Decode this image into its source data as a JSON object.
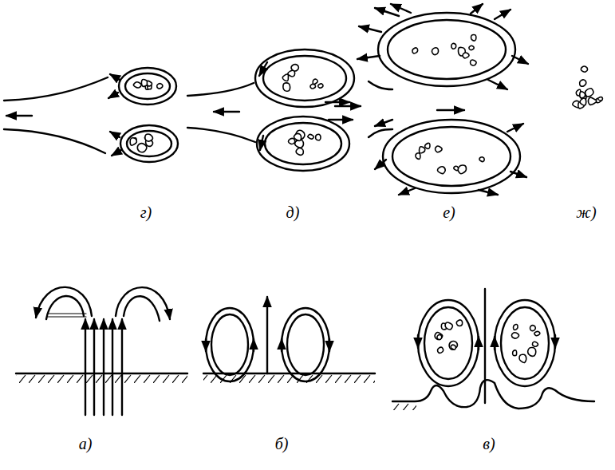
{
  "diagram": {
    "labels": [
      "г)",
      "д)",
      "е)",
      "ж)",
      "а)",
      "б)",
      "в)"
    ]
  }
}
